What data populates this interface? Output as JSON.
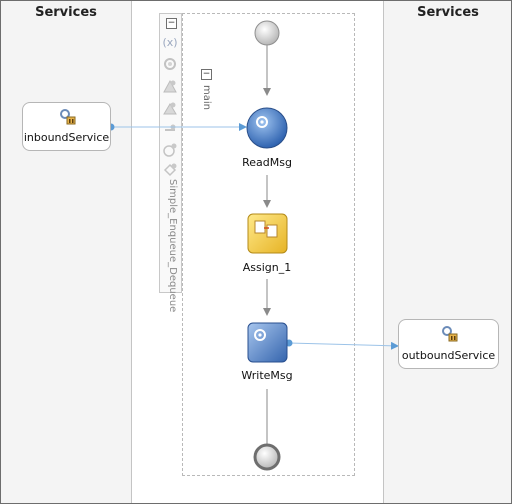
{
  "lanes": {
    "left_title": "Services",
    "right_title": "Services"
  },
  "services": {
    "inbound": {
      "label": "inboundService",
      "icon": "gear-component-icon"
    },
    "outbound": {
      "label": "outboundService",
      "icon": "gear-component-icon"
    }
  },
  "scope": {
    "title": "Simple_Enqueue_Dequeue",
    "palette_icons": [
      "variable-icon",
      "partner-link-icon",
      "faults-icon",
      "correlation-icon",
      "message-icon",
      "event-icon",
      "compensation-icon"
    ]
  },
  "sequence": {
    "label": "main"
  },
  "activities": [
    {
      "label": "ReadMsg",
      "icon": "receive-gear-icon",
      "kind": "receive"
    },
    {
      "label": "Assign_1",
      "icon": "assign-icon",
      "kind": "assign"
    },
    {
      "label": "WriteMsg",
      "icon": "invoke-gear-icon",
      "kind": "invoke"
    }
  ],
  "colors": {
    "accent": "#5b9bd5",
    "activity_blue": "#3a6fb7",
    "assign_yellow": "#f5c842",
    "canvas_bg": "#f4f4f4"
  }
}
